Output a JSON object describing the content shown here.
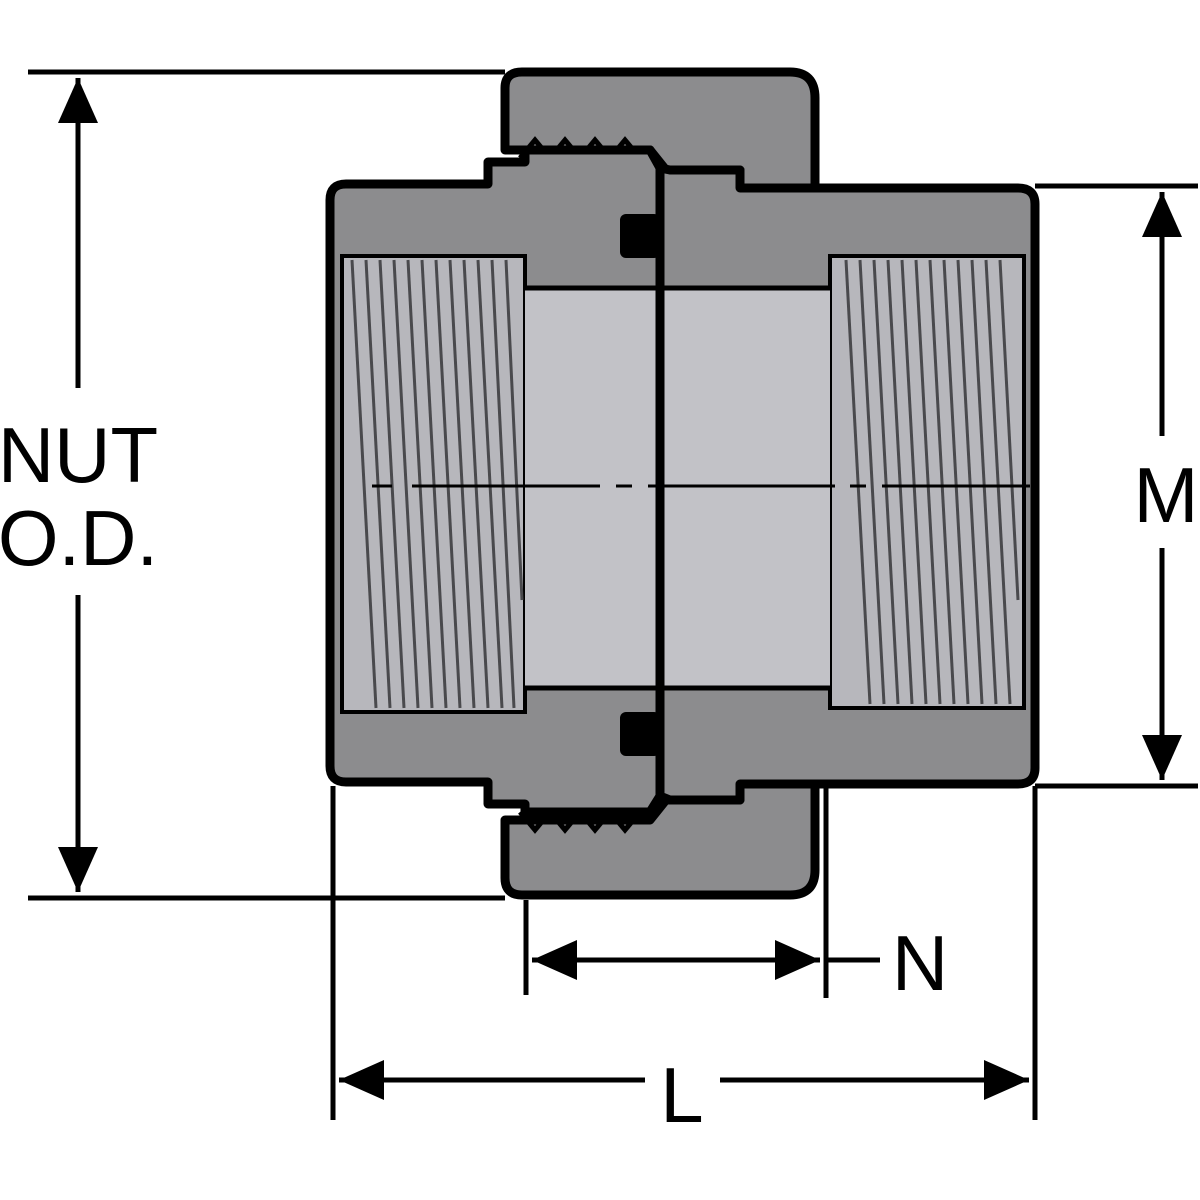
{
  "labels": {
    "nut_line1": "NUT",
    "nut_line2": "O.D.",
    "m": "M",
    "n": "N",
    "l": "L"
  },
  "colors": {
    "body_dark": "#8c8c8e",
    "bore_light": "#c2c2c7",
    "thread_light": "#b7b7bc",
    "outline": "#000000",
    "background": "#ffffff"
  }
}
